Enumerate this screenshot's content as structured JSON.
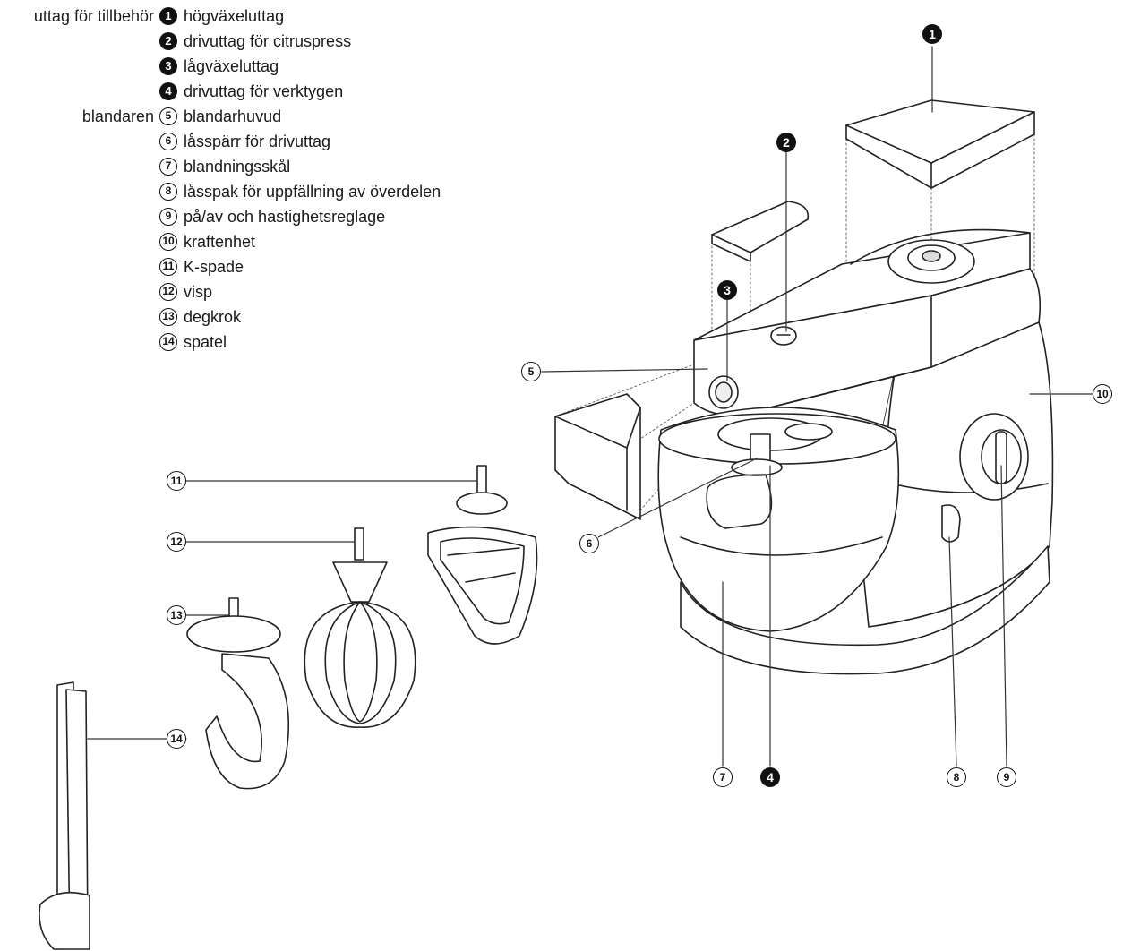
{
  "legend": {
    "group1_label": "uttag för tillbehör",
    "group2_label": "blandaren",
    "items": [
      {
        "num": "1",
        "style": "filled",
        "text": "högväxeluttag"
      },
      {
        "num": "2",
        "style": "filled",
        "text": "drivuttag för citruspress"
      },
      {
        "num": "3",
        "style": "filled",
        "text": "lågväxeluttag"
      },
      {
        "num": "4",
        "style": "filled",
        "text": "drivuttag för verktygen"
      },
      {
        "num": "5",
        "style": "outline",
        "text": "blandarhuvud"
      },
      {
        "num": "6",
        "style": "outline",
        "text": "låsspärr för drivuttag"
      },
      {
        "num": "7",
        "style": "outline",
        "text": "blandningsskål"
      },
      {
        "num": "8",
        "style": "outline",
        "text": "låsspak för uppfällning av överdelen"
      },
      {
        "num": "9",
        "style": "outline",
        "text": "på/av och hastighetsreglage"
      },
      {
        "num": "10",
        "style": "outline",
        "text": "kraftenhet"
      },
      {
        "num": "11",
        "style": "outline",
        "text": "K-spade"
      },
      {
        "num": "12",
        "style": "outline",
        "text": "visp"
      },
      {
        "num": "13",
        "style": "outline",
        "text": "degkrok"
      },
      {
        "num": "14",
        "style": "outline",
        "text": "spatel"
      }
    ]
  },
  "callouts": {
    "c1": "1",
    "c2": "2",
    "c3": "3",
    "c4": "4",
    "c5": "5",
    "c6": "6",
    "c7": "7",
    "c8": "8",
    "c9": "9",
    "c10": "10",
    "c11": "11",
    "c12": "12",
    "c13": "13",
    "c14": "14"
  },
  "colors": {
    "ink": "#111111",
    "line": "#333333",
    "background": "#ffffff"
  }
}
